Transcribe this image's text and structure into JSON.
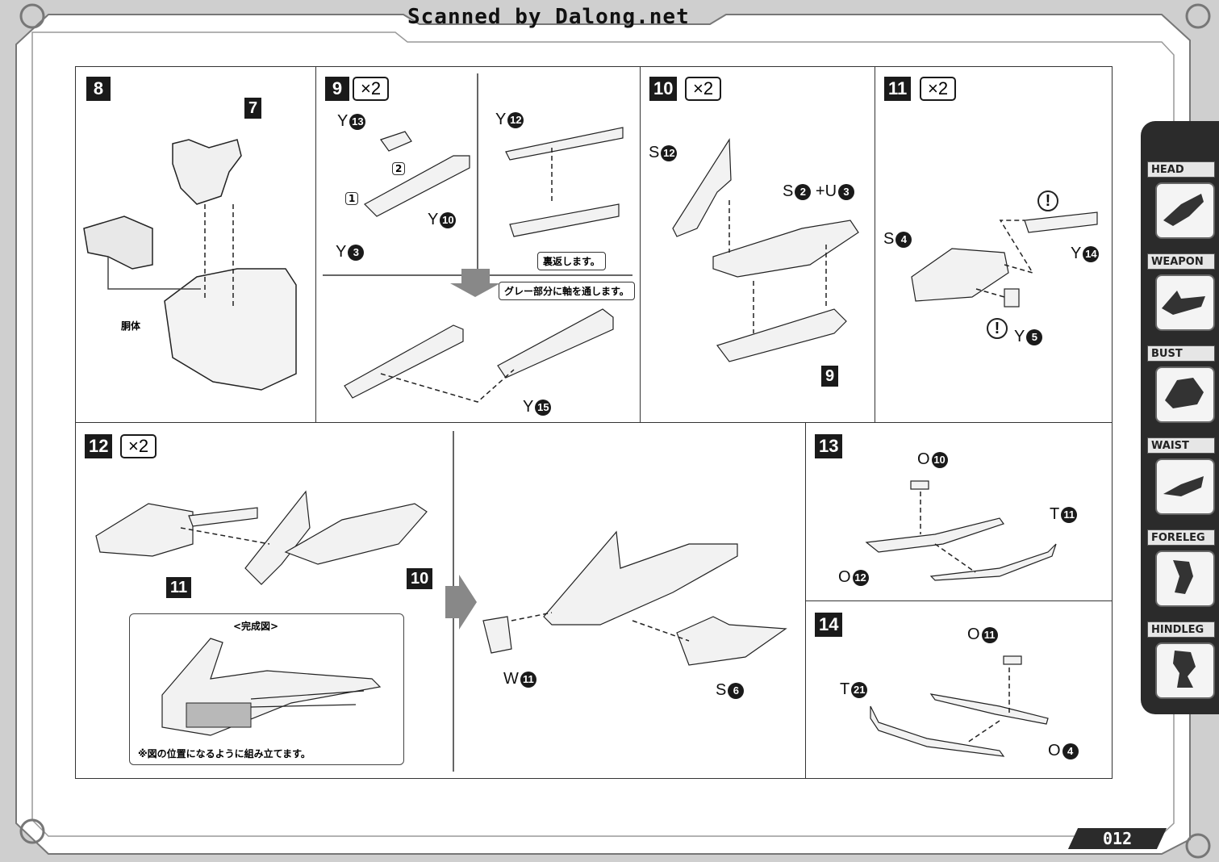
{
  "header": {
    "scan_credit": "Scanned by Dalong.net"
  },
  "page_number": "012",
  "side_tabs": [
    {
      "label": "HEAD",
      "icon": "head-icon"
    },
    {
      "label": "WEAPON",
      "icon": "weapon-icon"
    },
    {
      "label": "BUST",
      "icon": "bust-icon"
    },
    {
      "label": "WAIST",
      "icon": "waist-icon"
    },
    {
      "label": "FORELEG",
      "icon": "foreleg-icon"
    },
    {
      "label": "HINDLEG",
      "icon": "hindleg-icon"
    }
  ],
  "steps": {
    "s8": {
      "num": "8",
      "ref": "7",
      "body_label": "胴体"
    },
    "s9": {
      "num": "9",
      "mult": "×2",
      "parts": {
        "y13": {
          "letter": "Y",
          "n": "13"
        },
        "y10": {
          "letter": "Y",
          "n": "10"
        },
        "y3": {
          "letter": "Y",
          "n": "3"
        },
        "y12": {
          "letter": "Y",
          "n": "12"
        },
        "y15": {
          "letter": "Y",
          "n": "15"
        }
      },
      "order1": "1",
      "order2": "2",
      "note_flip": "裏返します。",
      "note_gray": "グレー部分に軸を通します。"
    },
    "s10": {
      "num": "10",
      "mult": "×2",
      "parts": {
        "s12": {
          "letter": "S",
          "n": "12"
        },
        "s2": {
          "letter": "S",
          "n": "2"
        },
        "plus": "+",
        "u3": {
          "letter": "U",
          "n": "3"
        }
      },
      "ref": "9"
    },
    "s11": {
      "num": "11",
      "mult": "×2",
      "parts": {
        "s4": {
          "letter": "S",
          "n": "4"
        },
        "y14": {
          "letter": "Y",
          "n": "14"
        },
        "y5": {
          "letter": "Y",
          "n": "5"
        }
      },
      "warn": "!"
    },
    "s12": {
      "num": "12",
      "mult": "×2",
      "ref_a": "11",
      "ref_b": "10",
      "complete_title": "<完成図>",
      "complete_note": "※図の位置になるように組み立てます。",
      "parts": {
        "w11": {
          "letter": "W",
          "n": "11"
        },
        "s6": {
          "letter": "S",
          "n": "6"
        }
      }
    },
    "s13": {
      "num": "13",
      "parts": {
        "o10": {
          "letter": "O",
          "n": "10"
        },
        "t11": {
          "letter": "T",
          "n": "11"
        },
        "o12": {
          "letter": "O",
          "n": "12"
        }
      }
    },
    "s14": {
      "num": "14",
      "parts": {
        "o11": {
          "letter": "O",
          "n": "11"
        },
        "t21": {
          "letter": "T",
          "n": "21"
        },
        "o4": {
          "letter": "O",
          "n": "4"
        }
      }
    }
  }
}
